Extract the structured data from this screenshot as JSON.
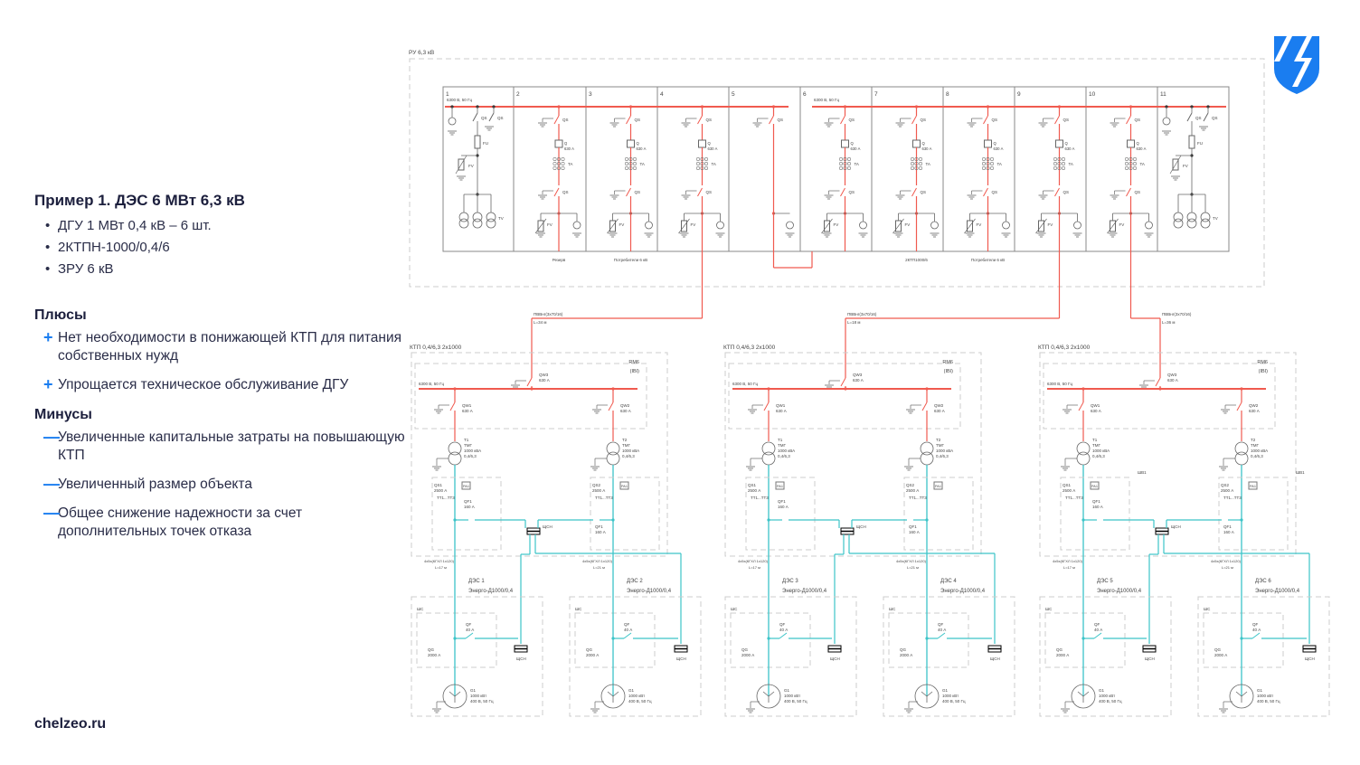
{
  "left_panel": {
    "title": "Пример 1. ДЭС 6 МВт 6,3 кВ",
    "bullet_marker": "•",
    "bullets": [
      "ДГУ 1 МВт 0,4 кВ – 6 шт.",
      "2КТПН-1000/0,4/6",
      "ЗРУ 6 кВ"
    ],
    "pros_title": "Плюсы",
    "pros_marker": "+",
    "pros": [
      "Нет необходимости в понижающей КТП для питания собственных нужд",
      "Упрощается техническое обслуживание ДГУ"
    ],
    "cons_title": "Минусы",
    "cons_marker": "—",
    "cons": [
      "Увеличенные капитальные затраты на повышающую КТП",
      "Увеличенный размер объекта",
      "Общее снижение надежности за счет дополнительных точек отказа"
    ]
  },
  "footer": {
    "site": "chelzeo.ru"
  },
  "logo": {
    "icon": "shield-lightning-logo",
    "color": "#1a7df0"
  },
  "diagram": {
    "colors": {
      "hv": "#f05a4f",
      "lv": "#3cc4c8",
      "frame": "#888888",
      "dash": "#bbbbbb",
      "text": "#444444"
    },
    "ru": {
      "title": "РУ 6,3 кВ",
      "bus_label": "6300 В, 50 Гц",
      "cells": [
        "1",
        "2",
        "3",
        "4",
        "5",
        "6",
        "7",
        "8",
        "9",
        "10",
        "11"
      ],
      "qs": "QS",
      "q": "Q",
      "q_rating": "630 А",
      "ta": "TA",
      "fv": "FV",
      "fu": "FU",
      "tv": "TV",
      "feeders": [
        {
          "cell": "2",
          "label": "Резерв"
        },
        {
          "cell": "3",
          "label": "Потребители 6 кВ"
        },
        {
          "cell": "7",
          "label": "2КТП1000/6"
        },
        {
          "cell": "8",
          "label": "Потребители 6 кВ"
        }
      ]
    },
    "cables_hv": [
      {
        "type": "ПВВнг(3х70/16)",
        "length": "L=34 м"
      },
      {
        "type": "ПВВнг(3х70/16)",
        "length": "L=18 м"
      },
      {
        "type": "ПВВнг(3х70/16)",
        "length": "L=36 м"
      }
    ],
    "ktp": {
      "title": "КТП 0,4/6,3 2х1000",
      "rm6": "RM6",
      "rm6_sub": "(IBI)",
      "bus_label": "6300 В, 50 Гц",
      "qw3": "QW3",
      "qw1": "QW1",
      "qw2": "QW2",
      "qw_rating": "630 А",
      "t1": "T1",
      "t2": "T2",
      "t_type": "ТМГ",
      "t_power": "1000 кВА",
      "t_ratio": "0,4/6,3",
      "qs1": "QS1",
      "qs2": "QS2",
      "qs_rating": "2500 А",
      "tt": "ТТ1...ТТ3",
      "pa": "PA1",
      "qf1": "QF1",
      "qf1_rating": "160 А",
      "shsn": "ЩСН",
      "shv": "ШВ1"
    },
    "lv_cable": {
      "type": "4х5х(КГХЛ 1х120)",
      "lengths": [
        "L=17 м",
        "L=21 м"
      ]
    },
    "gensets": [
      {
        "name": "ДЭС 1",
        "model": "Энерго-Д1000/0,4"
      },
      {
        "name": "ДЭС 2",
        "model": "Энерго-Д1000/0,4"
      },
      {
        "name": "ДЭС 3",
        "model": "Энерго-Д1000/0,4"
      },
      {
        "name": "ДЭС 4",
        "model": "Энерго-Д1000/0,4"
      },
      {
        "name": "ДЭС 5",
        "model": "Энерго-Д1000/0,4"
      },
      {
        "name": "ДЭС 6",
        "model": "Энерго-Д1000/0,4"
      }
    ],
    "genset_panel": {
      "shs": "ШС",
      "qf": "QF",
      "qf_rating": "40 А",
      "qg": "QG",
      "qg_rating": "2000 А",
      "g": "G1",
      "g_power": "1000 кВт",
      "g_voltage": "400 В, 50 Гц",
      "shsn": "ЩСН"
    }
  }
}
